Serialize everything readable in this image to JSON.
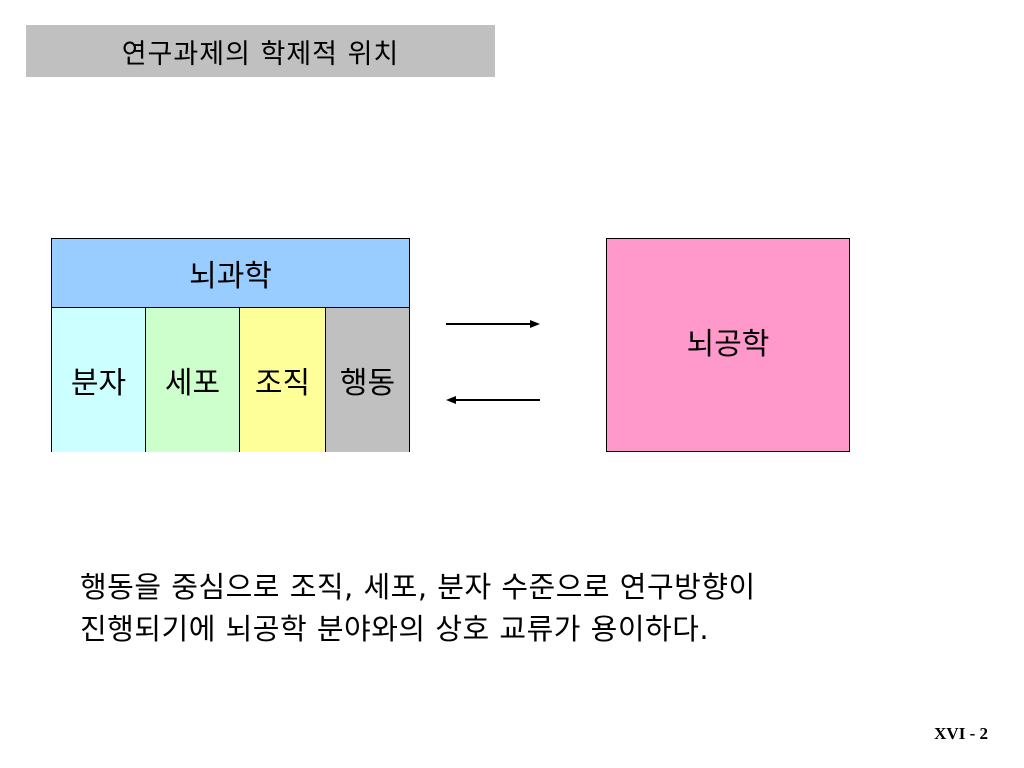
{
  "slide": {
    "title": "연구과제의 학제적 위치",
    "neuroscience": {
      "label": "뇌과학",
      "header_color": "#99ccff",
      "levels": [
        {
          "label": "분자",
          "color": "#ccffff"
        },
        {
          "label": "세포",
          "color": "#ccffcc"
        },
        {
          "label": "조직",
          "color": "#ffff99"
        },
        {
          "label": "행동",
          "color": "#c0c0c0"
        }
      ]
    },
    "brain_engineering": {
      "label": "뇌공학",
      "color": "#ff99cc"
    },
    "arrows": [
      {
        "icon": "right-arrow-icon"
      },
      {
        "icon": "left-arrow-icon"
      }
    ],
    "description_lines": [
      "행동을 중심으로 조직, 세포, 분자 수준으로 연구방향이",
      "진행되기에 뇌공학 분야와의 상호 교류가 용이하다."
    ],
    "page_number": "XVI - 2"
  }
}
